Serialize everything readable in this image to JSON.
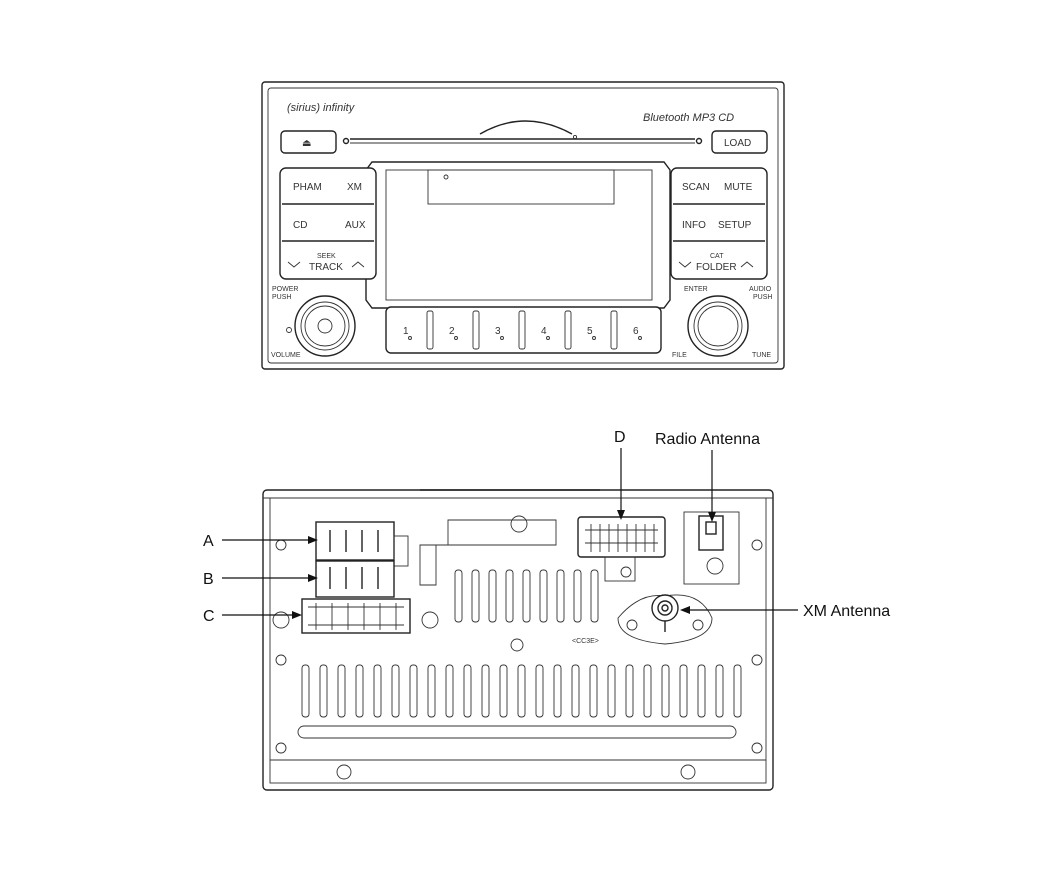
{
  "front_panel": {
    "brand_left": "(sirius) infinity",
    "brand_right": "Bluetooth MP3 CD",
    "eject_symbol": "⏏",
    "load_label": "LOAD",
    "left_buttons": [
      {
        "left": "PHAM",
        "right": "XM"
      },
      {
        "left": "CD",
        "right": "AUX"
      }
    ],
    "seek_track_label_1": "SEEK",
    "seek_track_label_2": "TRACK",
    "right_buttons": [
      {
        "left": "SCAN",
        "right": "MUTE"
      },
      {
        "left": "INFO",
        "right": "SETUP"
      }
    ],
    "cat_folder_label_1": "CAT",
    "cat_folder_label_2": "FOLDER",
    "power_label": "POWER",
    "push_label": "PUSH",
    "volume_label": "VOLUME",
    "enter_label": "ENTER",
    "audio_label": "AUDIO",
    "audio_push_label": "PUSH",
    "file_label": "FILE",
    "tune_label": "TUNE",
    "presets": [
      "1",
      "2",
      "3",
      "4",
      "5",
      "6"
    ]
  },
  "rear_panel": {
    "callouts": {
      "a": "A",
      "b": "B",
      "c": "C",
      "d": "D",
      "radio_antenna": "Radio Antenna",
      "xm_antenna": "XM Antenna"
    },
    "connector_marking": "<CC3E>"
  }
}
